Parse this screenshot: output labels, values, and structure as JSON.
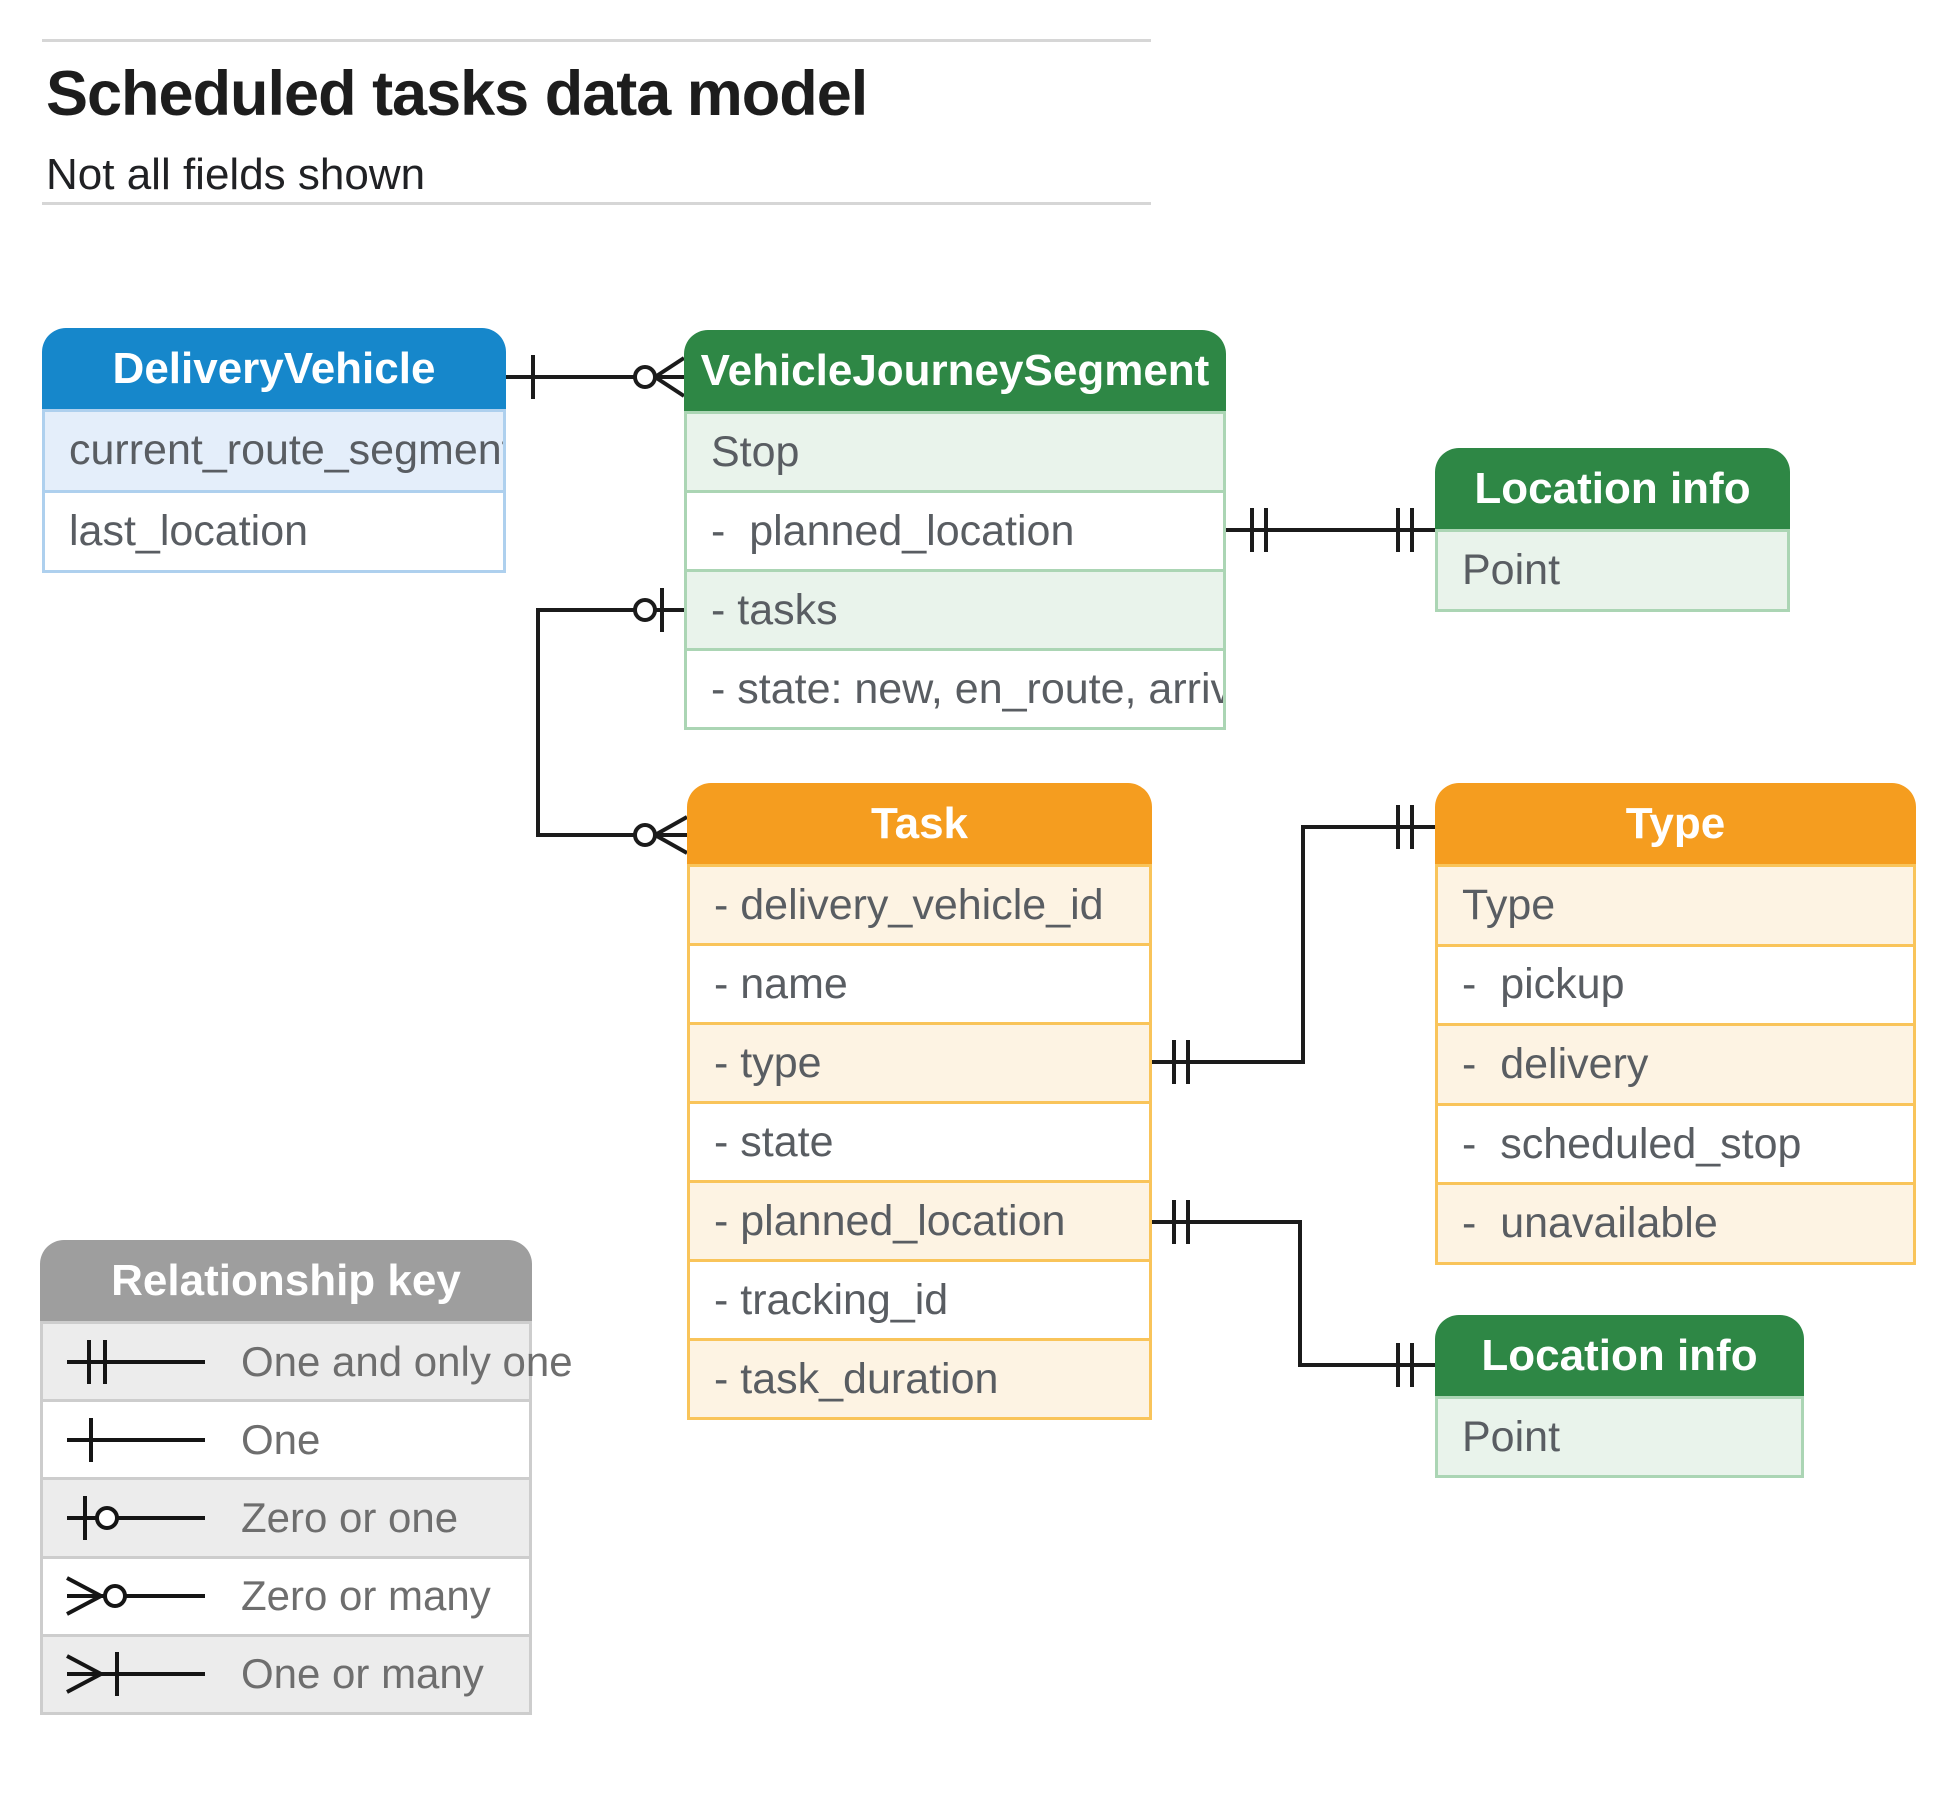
{
  "page": {
    "title": "Scheduled tasks data model",
    "subtitle": "Not all fields shown"
  },
  "colors": {
    "blue_header": "#1687cb",
    "blue_border": "#aed0ee",
    "blue_tint": "#e4eefa",
    "green_header": "#2e8745",
    "green_border": "#abd5b4",
    "green_tint": "#e9f3eb",
    "orange_header": "#f59d1f",
    "orange_border": "#f9c45a",
    "orange_tint": "#fdf3e3",
    "key_header": "#9e9e9e",
    "key_border": "#cdcdcd",
    "key_tint": "#ececec",
    "connector": "#1b1b1b",
    "field_text": "#595d62",
    "rule": "#d6d6d6"
  },
  "entities": {
    "delivery_vehicle": {
      "title": "DeliveryVehicle",
      "rows": [
        "current_route_segment",
        "last_location"
      ]
    },
    "vehicle_journey_segment": {
      "title": "VehicleJourneySegment",
      "rows": [
        "Stop",
        "-  planned_location",
        "- tasks",
        "- state: new, en_route, arrived"
      ]
    },
    "location_info_top": {
      "title": "Location info",
      "rows": [
        "Point"
      ]
    },
    "task": {
      "title": "Task",
      "rows": [
        "- delivery_vehicle_id",
        "- name",
        "- type",
        "- state",
        "- planned_location",
        "- tracking_id",
        "- task_duration"
      ]
    },
    "type": {
      "title": "Type",
      "rows": [
        "Type",
        "-  pickup",
        "-  delivery",
        "-  scheduled_stop",
        "-  unavailable"
      ]
    },
    "location_info_bottom": {
      "title": "Location info",
      "rows": [
        "Point"
      ]
    }
  },
  "legend": {
    "title": "Relationship key",
    "items": [
      {
        "symbol": "one-and-only-one",
        "label": "One and only one"
      },
      {
        "symbol": "one",
        "label": "One"
      },
      {
        "symbol": "zero-or-one",
        "label": "Zero or one"
      },
      {
        "symbol": "zero-or-many",
        "label": "Zero or many"
      },
      {
        "symbol": "one-or-many",
        "label": "One or many"
      }
    ]
  }
}
